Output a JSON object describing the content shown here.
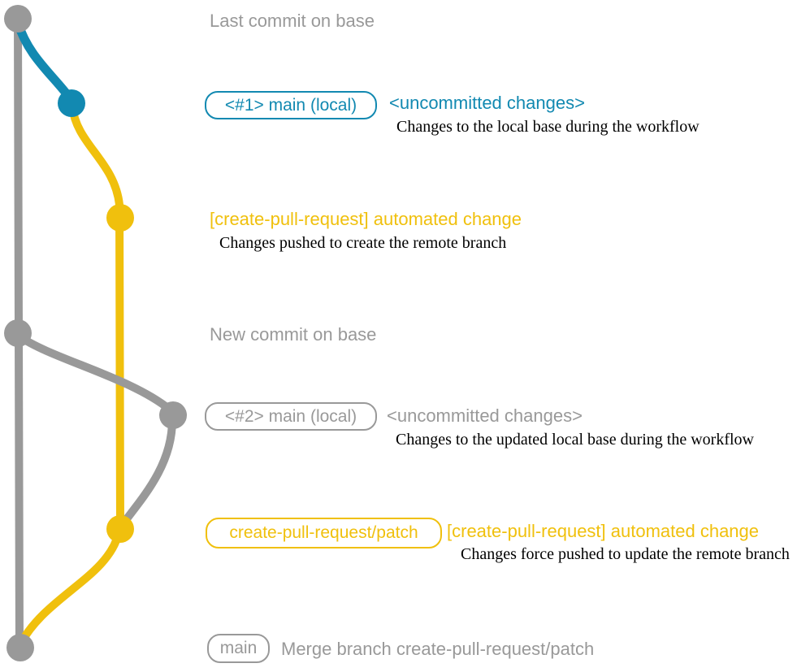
{
  "colors": {
    "gray": "#999999",
    "blue": "#1289B1",
    "yellow": "#F0C00D",
    "black": "#000000",
    "background": "#FFFFFF"
  },
  "annotations": {
    "last_commit": "Last commit on base",
    "new_commit": "New commit on base",
    "merge_message": "Merge branch create-pull-request/patch"
  },
  "rows": {
    "row1": {
      "badge": "<#1> main (local)",
      "status": "<uncommitted changes>",
      "desc": "Changes to the local base during the workflow"
    },
    "row2": {
      "title": "[create-pull-request] automated change",
      "desc": "Changes pushed to create the remote branch"
    },
    "row3": {
      "badge": "<#2> main (local)",
      "status": "<uncommitted changes>",
      "desc": "Changes to the updated local base during the workflow"
    },
    "row4": {
      "badge": "create-pull-request/patch",
      "title": "[create-pull-request] automated change",
      "desc": "Changes force pushed to update the remote branch"
    },
    "row5": {
      "badge": "main"
    }
  },
  "graph": {
    "commits": [
      {
        "name": "last-commit-on-base",
        "color": "gray"
      },
      {
        "name": "local-main-1-uncommitted-changes",
        "color": "blue"
      },
      {
        "name": "automated-change-push",
        "color": "yellow"
      },
      {
        "name": "new-commit-on-base",
        "color": "gray"
      },
      {
        "name": "local-main-2-uncommitted-changes",
        "color": "gray"
      },
      {
        "name": "automated-change-force-push",
        "color": "yellow"
      },
      {
        "name": "merge-commit",
        "color": "gray"
      }
    ],
    "branches": [
      {
        "name": "base-main",
        "color": "gray"
      },
      {
        "name": "local-main",
        "color": "blue"
      },
      {
        "name": "create-pull-request-patch",
        "color": "yellow"
      }
    ]
  }
}
